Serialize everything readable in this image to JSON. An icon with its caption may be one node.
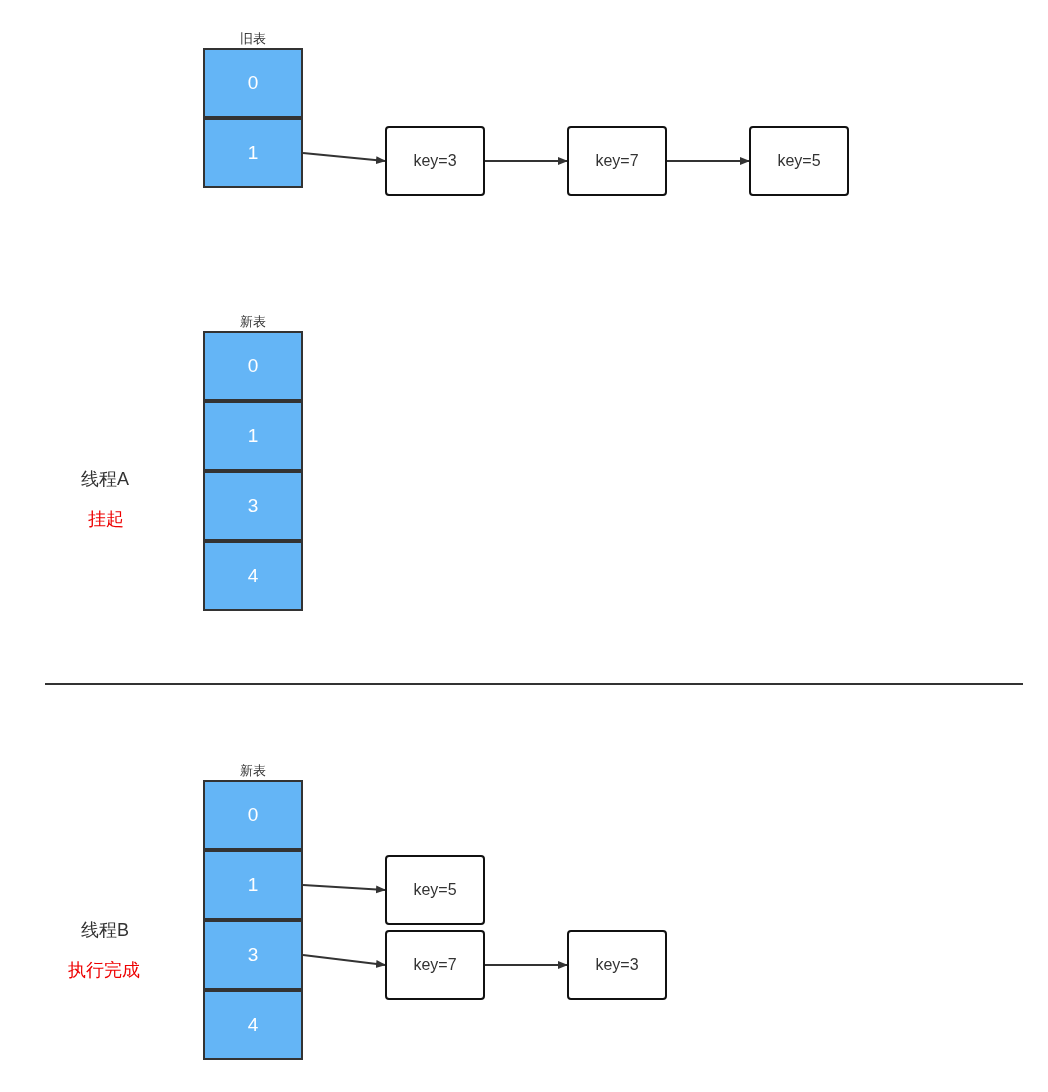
{
  "diagram": {
    "nodes": [
      {
        "text": [
          "旧表"
        ]
      },
      {
        "text": [
          "0"
        ],
        "in": 0
      },
      {
        "text": [
          "1"
        ],
        "in": 0
      },
      {
        "text": [
          "key=3"
        ]
      },
      {
        "text": [
          "key=7"
        ]
      },
      {
        "text": [
          "key=5"
        ]
      },
      {
        "text": [
          "新表"
        ]
      },
      {
        "text": [
          "0"
        ],
        "in": 6
      },
      {
        "text": [
          "1"
        ],
        "in": 6
      },
      {
        "text": [
          "3"
        ],
        "in": 6
      },
      {
        "text": [
          "4"
        ],
        "in": 6
      },
      {
        "text": [
          "新表"
        ]
      },
      {
        "text": [
          "0"
        ],
        "in": 11
      },
      {
        "text": [
          "1"
        ],
        "in": 11
      },
      {
        "text": [
          "3"
        ],
        "in": 11
      },
      {
        "text": [
          "4"
        ],
        "in": 11
      },
      {
        "text": [
          "key=5"
        ]
      },
      {
        "text": [
          "key=7"
        ]
      },
      {
        "text": [
          "key=3"
        ]
      }
    ],
    "edges": [
      {
        "from": 2,
        "to": 3,
        "arrow": "to"
      },
      {
        "from": 3,
        "to": 4,
        "arrow": "to"
      },
      {
        "from": 4,
        "to": 5,
        "arrow": "to"
      },
      {
        "from": 13,
        "to": 16,
        "arrow": "to"
      },
      {
        "from": 14,
        "to": 17,
        "arrow": "to"
      },
      {
        "from": 17,
        "to": 18,
        "arrow": "to"
      }
    ],
    "labels": [
      "线程A",
      "挂起",
      "线程B",
      "执行完成"
    ]
  }
}
